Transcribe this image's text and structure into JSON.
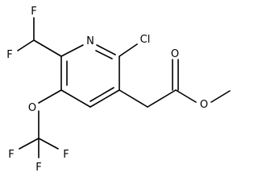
{
  "molecule": {
    "atoms": {
      "n": "N",
      "cl": "Cl",
      "f_top": "F",
      "f_left": "F",
      "o_ether": "O",
      "f_cf3_left": "F",
      "f_cf3_right": "F",
      "f_cf3_bottom": "F",
      "o_carbonyl": "O",
      "o_ester": "O"
    }
  }
}
